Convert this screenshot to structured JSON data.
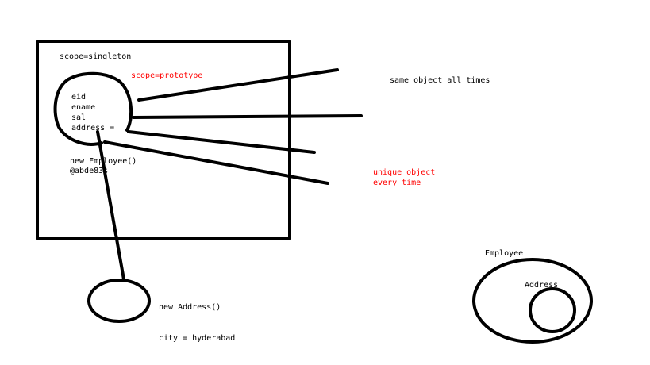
{
  "labels": {
    "scope_singleton": "scope=singleton",
    "scope_prototype": "scope=prototype",
    "field_eid": "eid",
    "field_ename": "ename",
    "field_sal": "sal",
    "field_address": "address =",
    "new_employee": "new Employee()",
    "hash": "@abde83s",
    "same_object": "same object  all times",
    "unique_object_line1": "unique object",
    "unique_object_line2": "every time",
    "new_address": "new Address()",
    "city": "city = hyderabad",
    "employee": "Employee",
    "address": "Address"
  },
  "colors": {
    "ink": "#000000",
    "red": "#ff0000",
    "background": "#ffffff"
  }
}
